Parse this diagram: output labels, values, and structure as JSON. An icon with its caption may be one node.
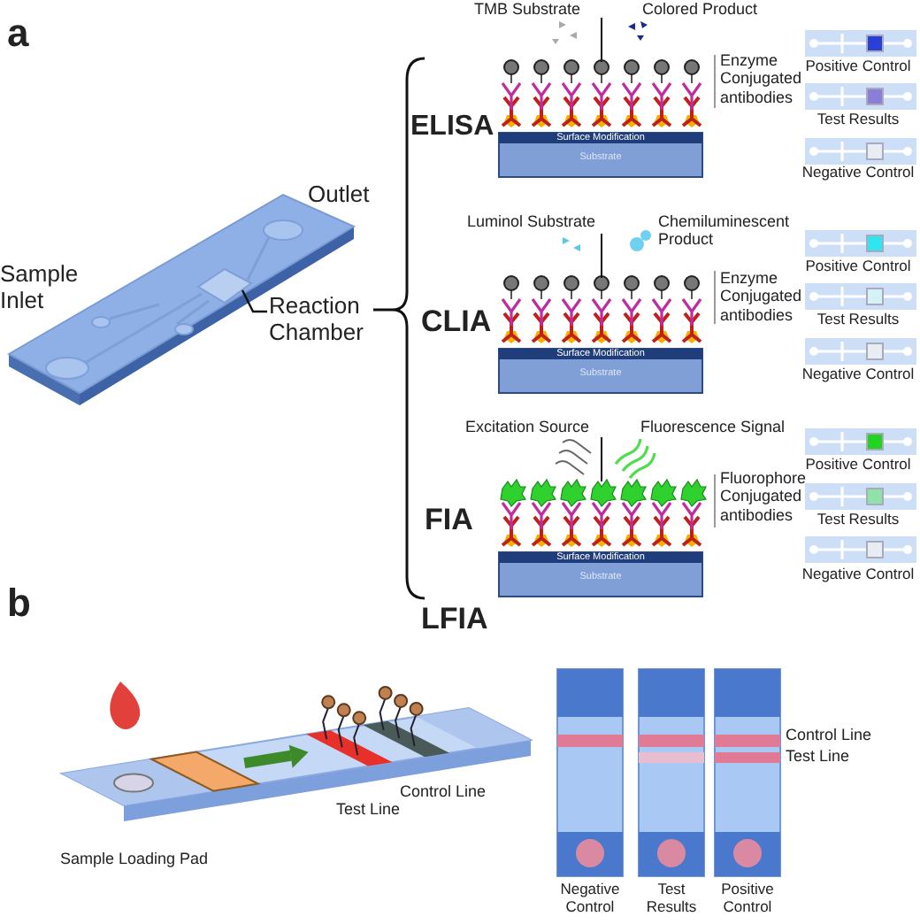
{
  "diagram": {
    "nodes": [
      {
        "text": [
          "Reaction Chamber"
        ]
      },
      {
        "text": [],
        "shape": "diamond"
      }
    ],
    "edges": [
      {
        "from": 0,
        "to": 1,
        "arrow": "none"
      }
    ],
    "labels": [
      "a",
      "TMB Substrate",
      "Colored Product",
      "Enzyme Conjugated antibodies",
      "Positive Control",
      "ELISA",
      "Surface Modification",
      "Substrate",
      "Test Results",
      "Negative Control",
      "Outlet",
      "Luminol Substrate",
      "Chemiluminescent Product",
      "Positive Control",
      "Sample Inlet",
      "Enzyme Conjugated antibodies",
      "CLIA",
      "Test Results",
      "Surface Modification",
      "Substrate",
      "Negative Control",
      "Excitation Source",
      "Fluorescence Signal",
      "Positive Control",
      "Fluorophore Conjugated antibodies",
      "FIA",
      "Test Results",
      "Surface Modification",
      "Substrate",
      "Negative Control",
      "b",
      "LFIA",
      "Control Line",
      "Test Line",
      "Control Line",
      "Test Line",
      "Sample Loading Pad",
      "Negative Control",
      "Test Results",
      "Positive Control"
    ]
  }
}
